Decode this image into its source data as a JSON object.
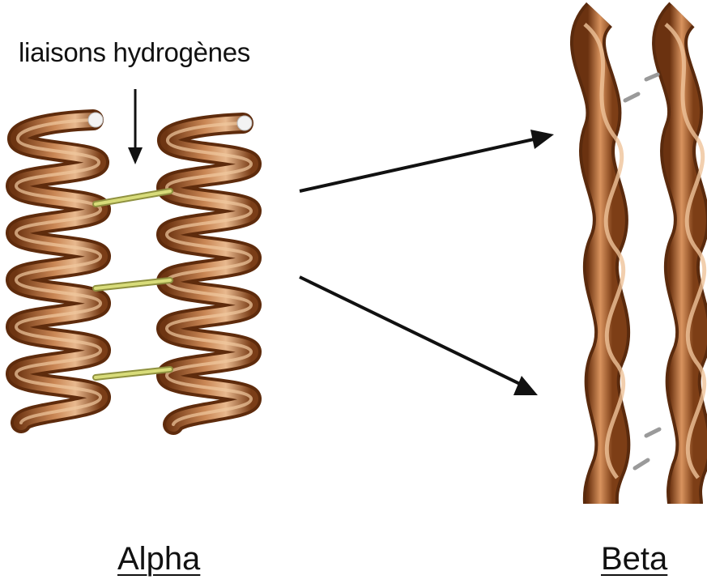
{
  "labels": {
    "hydrogen_bonds": "liaisons hydrogènes",
    "alpha": "Alpha",
    "beta": "Beta"
  },
  "colors": {
    "coil_dark": "#6e3512",
    "coil_mid": "#b8703e",
    "coil_light": "#e6b48a",
    "bond": "#c9cf6c",
    "arrow": "#111111"
  }
}
